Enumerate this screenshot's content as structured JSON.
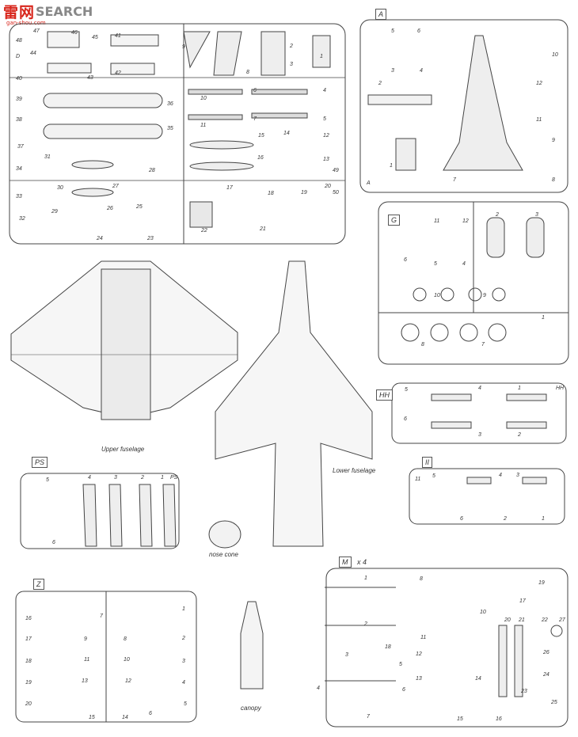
{
  "watermark": {
    "brand_cn": "雷",
    "brand_cn2": "网",
    "brand_en": "SEARCH",
    "url": "gan-shou.com"
  },
  "sprues": {
    "main": {
      "numbers": [
        "47",
        "46",
        "45",
        "41",
        "48",
        "44",
        "43",
        "42",
        "40",
        "39",
        "38",
        "37",
        "36",
        "35",
        "34",
        "33",
        "32",
        "31",
        "30",
        "29",
        "28",
        "27",
        "26",
        "25",
        "24",
        "23",
        "22",
        "21",
        "20",
        "19",
        "18",
        "17",
        "16",
        "15",
        "14",
        "13",
        "12",
        "11",
        "10",
        "9",
        "8",
        "7",
        "6",
        "5",
        "4",
        "3",
        "2",
        "1",
        "49",
        "50",
        "D"
      ]
    },
    "A": {
      "label": "A",
      "numbers": [
        "5",
        "6",
        "3",
        "4",
        "2",
        "10",
        "12",
        "11",
        "9",
        "8",
        "1",
        "7",
        "A"
      ]
    },
    "G": {
      "label": "G",
      "numbers": [
        "11",
        "12",
        "2",
        "3",
        "6",
        "5",
        "4",
        "10",
        "9",
        "1",
        "8",
        "7"
      ]
    },
    "HH": {
      "label": "HH",
      "numbers": [
        "5",
        "4",
        "1",
        "HH",
        "6",
        "3",
        "2"
      ]
    },
    "II": {
      "label": "II",
      "numbers": [
        "11",
        "5",
        "4",
        "3",
        "6",
        "2",
        "1"
      ]
    },
    "PS": {
      "label": "PS",
      "numbers": [
        "5",
        "4",
        "3",
        "2",
        "1",
        "PS",
        "6"
      ]
    },
    "Z": {
      "label": "Z",
      "numbers": [
        "1",
        "16",
        "7",
        "17",
        "9",
        "8",
        "2",
        "18",
        "11",
        "10",
        "3",
        "19",
        "13",
        "12",
        "4",
        "20",
        "15",
        "14",
        "6",
        "5"
      ]
    },
    "M": {
      "label": "M",
      "count": "x 4",
      "numbers": [
        "8",
        "1",
        "19",
        "2",
        "17",
        "10",
        "20",
        "21",
        "22",
        "27",
        "11",
        "18",
        "26",
        "3",
        "12",
        "5",
        "24",
        "13",
        "14",
        "23",
        "4",
        "6",
        "25",
        "7",
        "15",
        "16"
      ]
    }
  },
  "captions": {
    "upper_fuselage": "Upper fuselage",
    "lower_fuselage": "Lower fuselage",
    "nose_cone": "nose cone",
    "canopy": "canopy"
  }
}
